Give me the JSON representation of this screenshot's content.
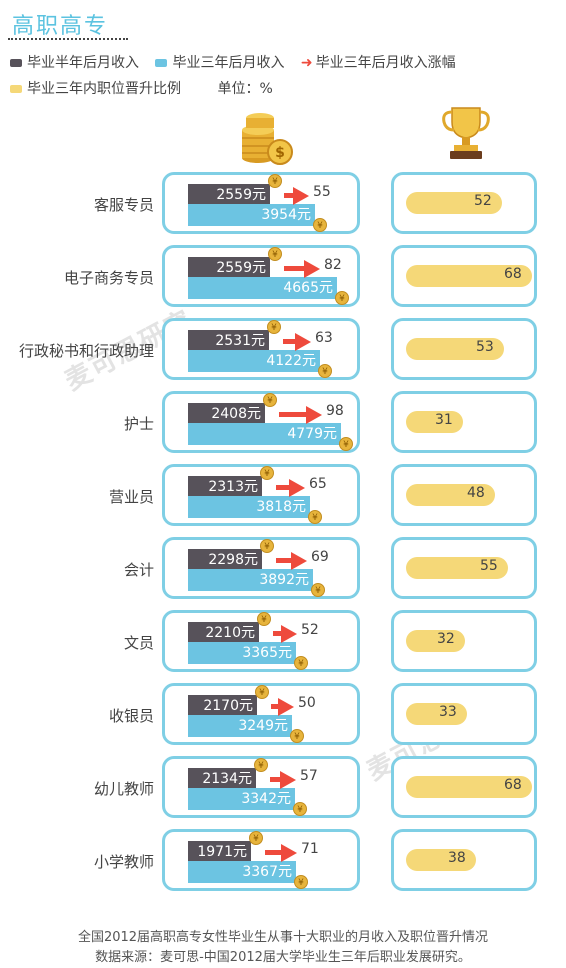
{
  "header": {
    "title": "高职高专"
  },
  "legend": {
    "items": [
      {
        "label": "毕业半年后月收入",
        "color": "#57525a",
        "kind": "swatch"
      },
      {
        "label": "毕业三年后月收入",
        "color": "#6cc4e2",
        "kind": "swatch"
      },
      {
        "label": "毕业三年后月收入涨幅",
        "color": "#ee4a3c",
        "kind": "arrow"
      },
      {
        "label": "毕业三年内职位晋升比例",
        "color": "#f5d878",
        "kind": "swatch"
      }
    ],
    "unit_label": "单位：%"
  },
  "icons": {
    "left": "coins-icon",
    "right": "trophy-icon"
  },
  "watermark": "麦可思研究",
  "chart_data": {
    "type": "bar",
    "categories": [
      "客服专员",
      "电子商务专员",
      "行政秘书和行政助理",
      "护士",
      "营业员",
      "会计",
      "文员",
      "收银员",
      "幼儿教师",
      "小学教师"
    ],
    "series": [
      {
        "name": "毕业半年后月收入",
        "values": [
          2559,
          2559,
          2531,
          2408,
          2313,
          2298,
          2210,
          2170,
          2134,
          1971
        ]
      },
      {
        "name": "毕业三年后月收入",
        "values": [
          3954,
          4665,
          4122,
          4779,
          3818,
          3892,
          3365,
          3249,
          3342,
          3367
        ]
      },
      {
        "name": "毕业三年后月收入涨幅",
        "values": [
          55,
          82,
          63,
          98,
          65,
          69,
          52,
          50,
          57,
          71
        ]
      },
      {
        "name": "毕业三年内职位晋升比例",
        "values": [
          52,
          68,
          53,
          31,
          48,
          55,
          32,
          33,
          68,
          38
        ]
      }
    ],
    "labels": {
      "half_year": [
        "2559元",
        "2559元",
        "2531元",
        "2408元",
        "2313元",
        "2298元",
        "2210元",
        "2170元",
        "2134元",
        "1971元"
      ],
      "three_year": [
        "3954元",
        "4665元",
        "4122元",
        "4779元",
        "3818元",
        "3892元",
        "3365元",
        "3249元",
        "3342元",
        "3367元"
      ]
    },
    "currency_symbol": "¥"
  },
  "footer": {
    "caption": "全国2012届高职高专女性毕业生从事十大职业的月收入及职位晋升情况",
    "source": "数据来源：麦可思-中国2012届大学毕业生三年后职业发展研究。"
  }
}
